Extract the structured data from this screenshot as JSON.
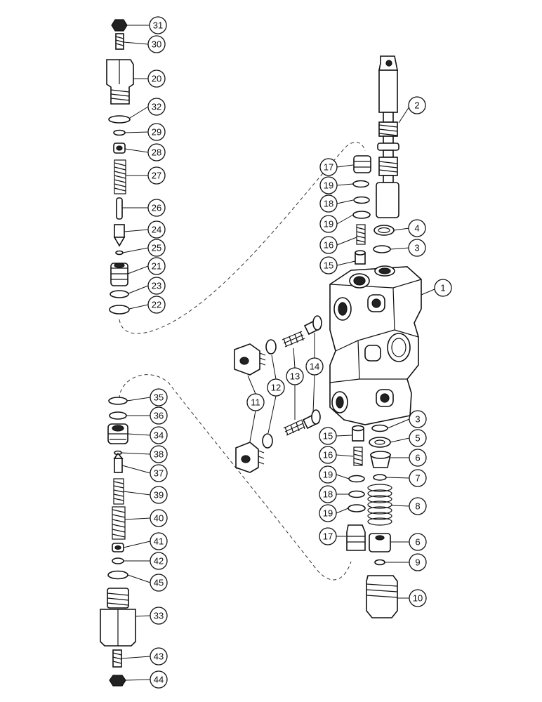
{
  "callouts": {
    "c31": "31",
    "c30": "30",
    "c20": "20",
    "c32": "32",
    "c29": "29",
    "c28": "28",
    "c27": "27",
    "c26": "26",
    "c24": "24",
    "c25": "25",
    "c21": "21",
    "c23": "23",
    "c22": "22",
    "c35": "35",
    "c36": "36",
    "c34": "34",
    "c38": "38",
    "c37": "37",
    "c39": "39",
    "c40": "40",
    "c41": "41",
    "c42": "42",
    "c45": "45",
    "c33": "33",
    "c43": "43",
    "c44": "44",
    "c2": "2",
    "c4": "4",
    "c3a": "3",
    "c1": "1",
    "c17a": "17",
    "c19a": "19",
    "c18a": "18",
    "c19b": "19",
    "c16a": "16",
    "c15a": "15",
    "c11": "11",
    "c12": "12",
    "c13": "13",
    "c14": "14",
    "c3b": "3",
    "c5": "5",
    "c6a": "6",
    "c7": "7",
    "c8": "8",
    "c6b": "6",
    "c9": "9",
    "c10": "10",
    "c15b": "15",
    "c16b": "16",
    "c19c": "19",
    "c18b": "18",
    "c19d": "19",
    "c17b": "17"
  }
}
